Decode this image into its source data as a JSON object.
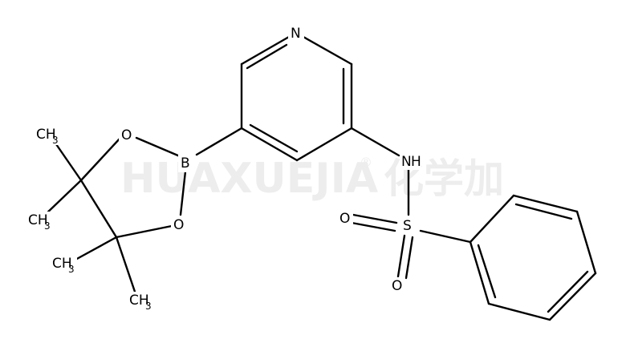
{
  "watermark": {
    "brand": "HUAXUEJIA",
    "registered": "®",
    "chinese": "化学加"
  },
  "atoms": {
    "n_pyridine": "N",
    "nh_n": "N",
    "nh_h": "H",
    "sulfur": "S",
    "o_upper": "O",
    "o_lower": "O",
    "boron": "B",
    "o_ring_top": "O",
    "o_ring_bottom": "O",
    "methyl": {
      "main": "CH",
      "sub": "3"
    }
  },
  "structure_colors": {
    "bonds": "#000000",
    "labels": "#000000",
    "watermark": "#ededed"
  }
}
